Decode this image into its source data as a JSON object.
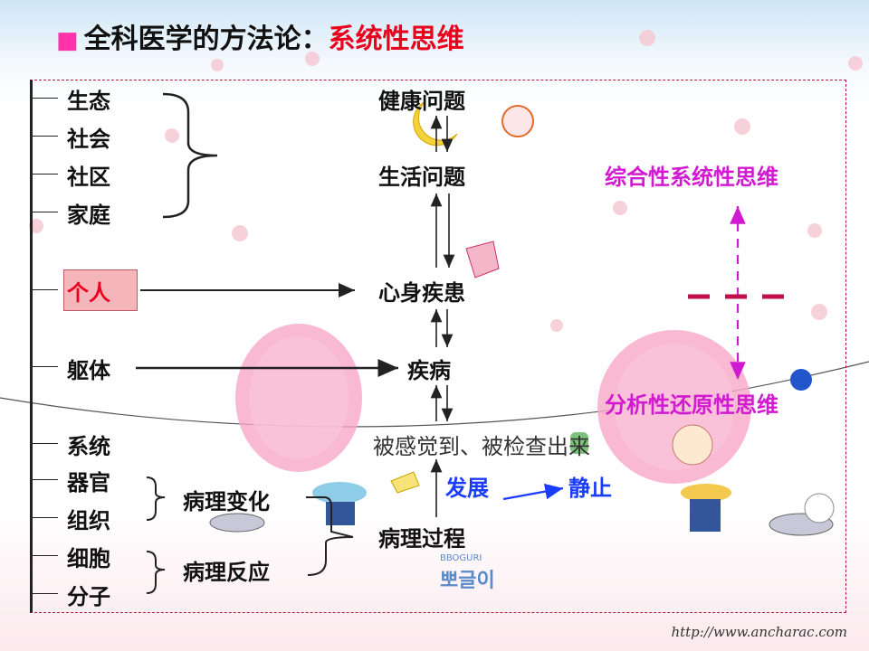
{
  "title": {
    "bullet": "■",
    "prefix": "全科医学的方法论：",
    "highlight": "系统性思维"
  },
  "left_levels": {
    "social": [
      "生态",
      "社会",
      "社区",
      "家庭"
    ],
    "person": "个人",
    "body": "躯体",
    "micro": [
      "系统",
      "器官",
      "组织",
      "细胞",
      "分子"
    ]
  },
  "middle_column": {
    "health_issue": "健康问题",
    "life_issue": "生活问题",
    "psychosomatic": "心身疾患",
    "disease": "疾病",
    "detected": "被感觉到、被检查出来",
    "pathology_process": "病理过程"
  },
  "pathology": {
    "change": "病理变化",
    "reaction": "病理反应"
  },
  "states": {
    "develop": "发展",
    "static": "静止"
  },
  "thinking": {
    "integrative": "综合性系统性思维",
    "analytical": "分析性还原性思维"
  },
  "decor": {
    "brand_small": "BBOGURI",
    "brand_big": "뽀글이",
    "website": "http://www.ancharac.com"
  },
  "colors": {
    "title_highlight": "#e8001c",
    "bullet": "#ff33aa",
    "thinking": "#d11bd1",
    "develop_static": "#1a3cff",
    "person_box": "#f4b6bb",
    "frame_border": "#b01a3a"
  }
}
